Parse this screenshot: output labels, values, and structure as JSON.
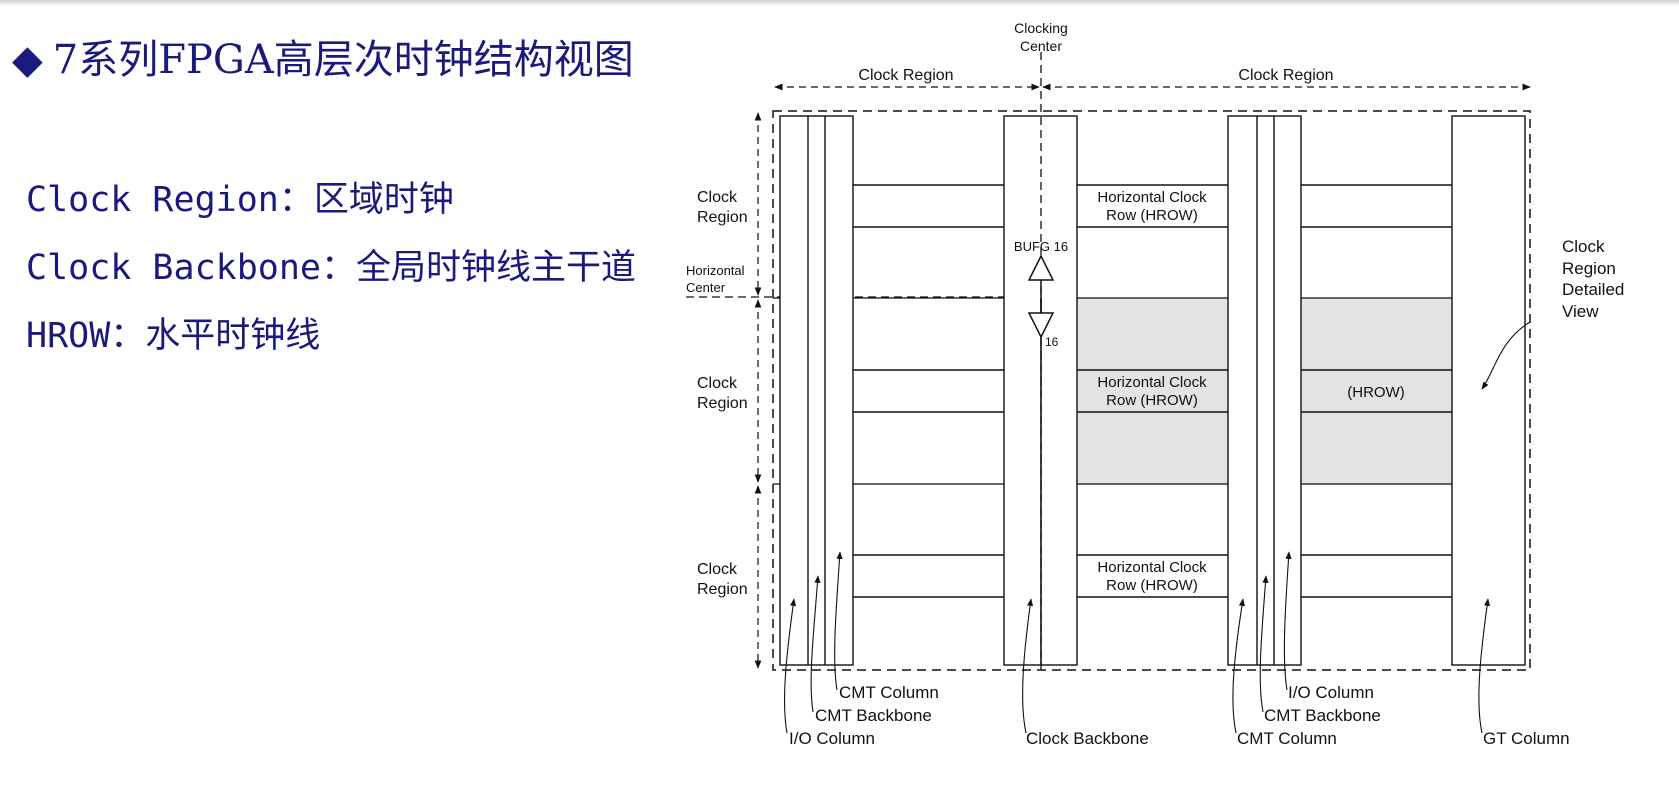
{
  "slide": {
    "title_bullet": "◆",
    "title": "7系列FPGA高层次时钟结构视图",
    "definitions": [
      "Clock Region：区域时钟",
      "Clock Backbone：全局时钟线主干道",
      "HROW：水平时钟线"
    ]
  },
  "diagram": {
    "clocking_center_line1": "Clocking",
    "clocking_center_line2": "Center",
    "top_region_left": "Clock Region",
    "top_region_right": "Clock Region",
    "side_labels": {
      "region1_line1": "Clock",
      "region1_line2": "Region",
      "horiz_center_line1": "Horizontal",
      "horiz_center_line2": "Center",
      "region2_line1": "Clock",
      "region2_line2": "Region",
      "region3_line1": "Clock",
      "region3_line2": "Region"
    },
    "bufg_label": "BUFG 16",
    "bufg_count": "16",
    "hrow_line1": "Horizontal Clock",
    "hrow_line2": "Row (HROW)",
    "hrow_short": "(HROW)",
    "detail_view_lines": [
      "Clock",
      "Region",
      "Detailed",
      "View"
    ],
    "column_labels": {
      "io_column_left": "I/O Column",
      "cmt_backbone_left": "CMT Backbone",
      "cmt_column_left": "CMT Column",
      "clock_backbone": "Clock Backbone",
      "cmt_column_right": "CMT Column",
      "cmt_backbone_right": "CMT Backbone",
      "io_column_right": "I/O Column",
      "gt_column": "GT Column"
    },
    "colors": {
      "ink": "#111111",
      "shaded_region": "#e3e3e6",
      "title_text": "#1a1a7e"
    }
  }
}
